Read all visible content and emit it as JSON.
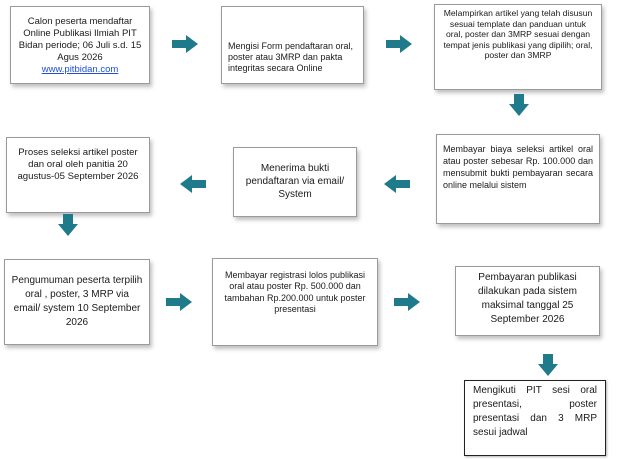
{
  "colors": {
    "arrow": "#1f7a8c",
    "link": "#1f4fd8"
  },
  "steps": {
    "s1": {
      "text": "Calon peserta mendaftar Online Publikasi Ilmiah PIT Bidan periode; 06 Juli s.d. 15 Agus 2026",
      "link": "www.pitbidan.com"
    },
    "s2": {
      "text": "Mengisi Form pendaftaran oral, poster atau 3MRP dan pakta integritas secara Online"
    },
    "s3": {
      "text": "Melampirkan artikel yang telah disusun sesuai template dan panduan untuk oral, poster dan 3MRP sesuai dengan tempat jenis publikasi yang dipilih; oral, poster dan 3MRP"
    },
    "s4": {
      "text": "Membayar biaya seleksi artikel oral atau poster sebesar Rp. 100.000 dan mensubmit bukti pembayaran secara online melalui sistem"
    },
    "s5": {
      "text": "Menerima bukti pendaftaran via email/ System"
    },
    "s6": {
      "text": "Proses seleksi artikel poster dan oral oleh panitia 20 agustus-05 September 2026"
    },
    "s7": {
      "text": "Pengumuman peserta terpilih oral , poster, 3 MRP via email/ system 10 September 2026"
    },
    "s8": {
      "text": "Membayar registrasi lolos publikasi oral atau poster Rp. 500.000 dan tambahan Rp.200.000 untuk poster presentasi"
    },
    "s9": {
      "text": "Pembayaran publikasi dilakukan pada sistem maksimal tanggal 25 September 2026"
    },
    "s10": {
      "text": "Mengikuti PIT sesi oral presentasi, poster presentasi dan 3 MRP sesui jadwal"
    }
  }
}
